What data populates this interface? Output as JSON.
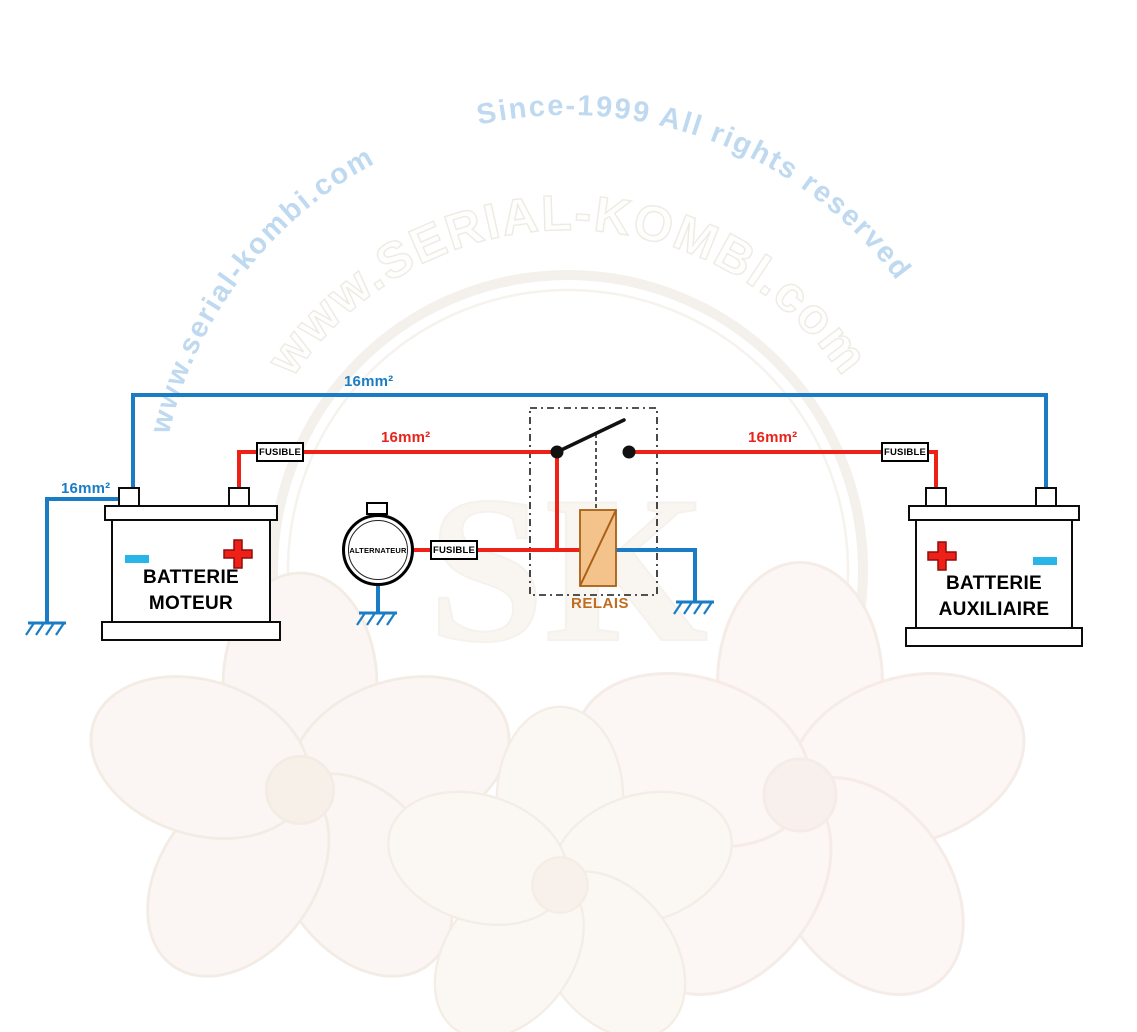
{
  "watermark": {
    "site_text": "www.serial-kombi.com",
    "rights_text": "Since-1999 All rights reserved",
    "logo_arc_text": "www.SERIAL-KOMBI.com",
    "logo_monogram": "SK"
  },
  "wire_labels": {
    "top_negative": "16mm²",
    "left_negative": "16mm²",
    "left_positive": "16mm²",
    "right_positive": "16mm²"
  },
  "components": {
    "fuse_left": "FUSIBLE",
    "fuse_alternator": "FUSIBLE",
    "fuse_right": "FUSIBLE",
    "alternator": "ALTERNATEUR",
    "relay": "RELAIS",
    "battery_engine": {
      "line1": "BATTERIE",
      "line2": "MOTEUR"
    },
    "battery_aux": {
      "line1": "BATTERIE",
      "line2": "AUXILIAIRE"
    }
  },
  "colors": {
    "negative_wire": "#1a7cc4",
    "positive_wire": "#ee2116",
    "relay_coil_fill": "#f4c38c",
    "relay_coil_border": "#a95f14",
    "relay_label": "#bf6d1f",
    "battery_plus": "#ee2018",
    "battery_minus": "#2ab5e8",
    "watermark_blue": "#bed9f0"
  }
}
